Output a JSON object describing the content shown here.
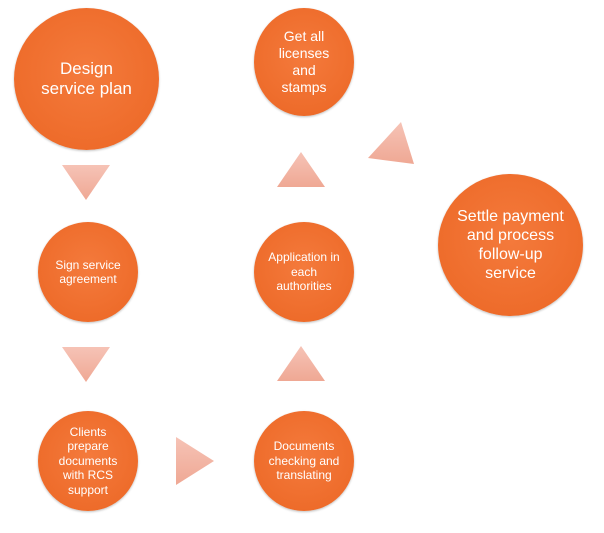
{
  "colors": {
    "node_fill": "#ee6c2b",
    "arrow_fill": "#f3b5a6",
    "text": "#ffffff"
  },
  "nodes": {
    "design": "Design service plan",
    "sign": "Sign service agreement",
    "clients": "Clients prepare documents with RCS support",
    "documents": "Documents checking and translating",
    "application": "Application in each authorities",
    "licenses": "Get all licenses and stamps",
    "settle": "Settle payment and process follow-up service"
  }
}
